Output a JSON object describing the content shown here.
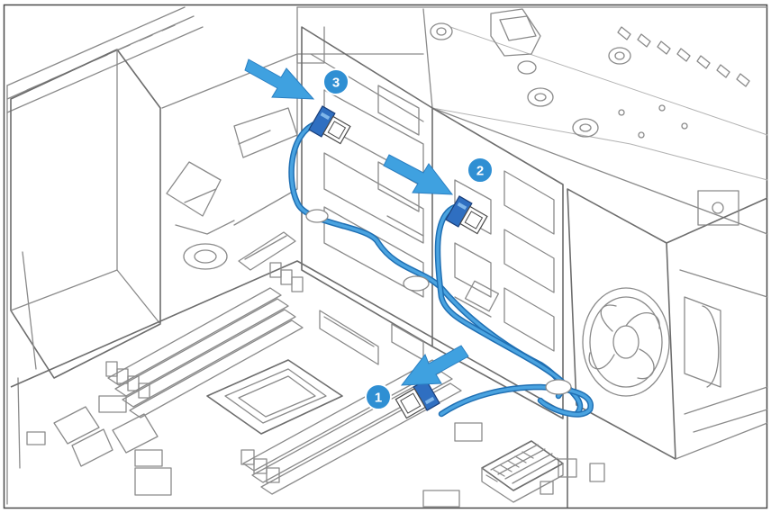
{
  "diagram": {
    "steps": [
      {
        "label": "1"
      },
      {
        "label": "2"
      },
      {
        "label": "3"
      }
    ],
    "colors": {
      "cable": "#3a93d6",
      "cable_dark": "#1f6fb3",
      "badge": "#2f8fd3",
      "arrow": "#3fa1e0",
      "connector": "#2f6fc1",
      "line_art": "#8a8a8a",
      "frame": "#4a4a4a",
      "background": "#ffffff"
    },
    "icons": [
      "sata-connector-icon",
      "direction-arrow-icon",
      "step-badge-icon",
      "fan-icon",
      "cpu-socket-icon",
      "heatsink-icon"
    ]
  }
}
